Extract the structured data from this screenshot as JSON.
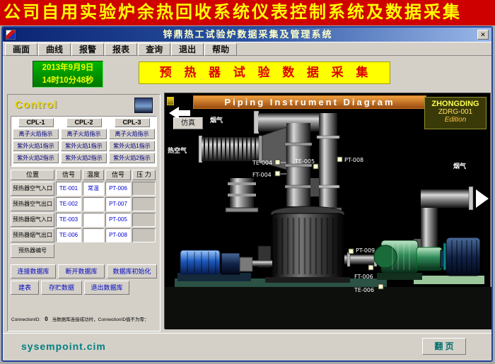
{
  "banner": {
    "title": "公司自用实验炉余热回收系统仪表控制系统及数据采集"
  },
  "window": {
    "title": "锌鼎热工试验炉数据采集及管理系统",
    "close_glyph": "✕"
  },
  "menu": {
    "items": [
      "画面",
      "曲线",
      "报警",
      "报表",
      "查询",
      "退出",
      "帮助"
    ]
  },
  "header": {
    "date_line1": "2013年9月9日",
    "time_line": "14时10分48秒",
    "subtitle": "预 热 器 试 验 数 据 采 集"
  },
  "control": {
    "title": "Control",
    "cpl_groups": [
      {
        "name": "CPL-1",
        "buttons": [
          "离子火焰指示",
          "紫外火焰1指示",
          "紫外火焰2指示"
        ]
      },
      {
        "name": "CPL-2",
        "buttons": [
          "离子火焰指示",
          "紫外火焰1指示",
          "紫外火焰2指示"
        ]
      },
      {
        "name": "CPL-3",
        "buttons": [
          "离子火焰指示",
          "紫外火焰1指示",
          "紫外火焰2指示"
        ]
      }
    ],
    "table": {
      "headers": [
        "位置",
        "信号",
        "温度",
        "信号",
        "压 力"
      ],
      "rows": [
        {
          "position": "预热器空气入口",
          "signal1": "TE-001",
          "temperature": "常温",
          "signal2": "PT-006",
          "pressure": ""
        },
        {
          "position": "预热器空气出口",
          "signal1": "TE-002",
          "temperature": "",
          "signal2": "PT-007",
          "pressure": ""
        },
        {
          "position": "预热器烟气入口",
          "signal1": "TE-003",
          "temperature": "",
          "signal2": "PT-005",
          "pressure": ""
        },
        {
          "position": "预热器烟气出口",
          "signal1": "TE-006",
          "temperature": "",
          "signal2": "PT-008",
          "pressure": ""
        }
      ],
      "footer_label": "预热器编号"
    },
    "db_buttons": [
      "连接数据库",
      "断开数据库",
      "数据库初始化",
      "建表",
      "存贮数据",
      "退出数据库"
    ],
    "connection": {
      "label": "ConnectionID:",
      "value": "0",
      "note": "当数据库连接成功时，ConnectionID值不为零："
    }
  },
  "diagram": {
    "title": "Piping  Instrument Diagram",
    "badge": {
      "line1": "ZHONGDING",
      "line2": "ZDRG-001",
      "line3": "Edition"
    },
    "sim_button": "仿真",
    "labels": {
      "flue_left": "烟气",
      "hot_air": "热空气",
      "te004": "TE-004",
      "ft004": "FT-004",
      "te005": "TE-005",
      "pt008": "PT-008",
      "pt009": "PT-009",
      "ft006": "FT-006",
      "te006": "TE-006",
      "flue_right": "烟气"
    }
  },
  "footer": {
    "brand": "sysempoint.cim",
    "page_button": "翻 页"
  },
  "colors": {
    "banner_bg": "#cf0000",
    "banner_text": "#ffff00",
    "subtitle_bg": "#ffff00",
    "subtitle_text": "#dd0000",
    "date_bg": "#00a000",
    "date_text": "#eaff00",
    "diagram_title_bg": "#c87820",
    "brand_teal": "#008080"
  }
}
